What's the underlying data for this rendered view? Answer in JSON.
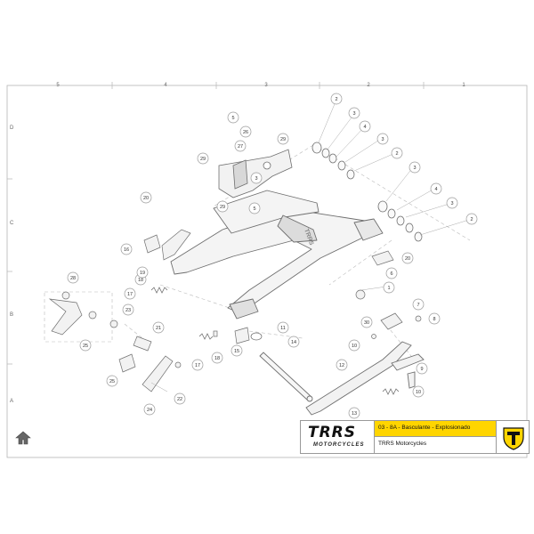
{
  "sheet": {
    "col_labels": [
      "5",
      "4",
      "3",
      "2",
      "1"
    ],
    "row_labels": [
      "D",
      "C",
      "B",
      "A"
    ]
  },
  "callouts": [
    {
      "id": "c1",
      "label": "1"
    },
    {
      "id": "c2a",
      "label": "2"
    },
    {
      "id": "c2b",
      "label": "2"
    },
    {
      "id": "c2c",
      "label": "2"
    },
    {
      "id": "c3a",
      "label": "3"
    },
    {
      "id": "c3b",
      "label": "3"
    },
    {
      "id": "c3c",
      "label": "3"
    },
    {
      "id": "c3d",
      "label": "3"
    },
    {
      "id": "c3e",
      "label": "3"
    },
    {
      "id": "c4a",
      "label": "4"
    },
    {
      "id": "c4b",
      "label": "4"
    },
    {
      "id": "c5a",
      "label": "5"
    },
    {
      "id": "c5b",
      "label": "5"
    },
    {
      "id": "c6",
      "label": "6"
    },
    {
      "id": "c7",
      "label": "7"
    },
    {
      "id": "c8",
      "label": "8"
    },
    {
      "id": "c9",
      "label": "9"
    },
    {
      "id": "c10a",
      "label": "10"
    },
    {
      "id": "c10b",
      "label": "10"
    },
    {
      "id": "c11",
      "label": "11"
    },
    {
      "id": "c12",
      "label": "12"
    },
    {
      "id": "c13",
      "label": "13"
    },
    {
      "id": "c14",
      "label": "14"
    },
    {
      "id": "c15",
      "label": "15"
    },
    {
      "id": "c16",
      "label": "16"
    },
    {
      "id": "c17a",
      "label": "17"
    },
    {
      "id": "c17b",
      "label": "17"
    },
    {
      "id": "c18a",
      "label": "18"
    },
    {
      "id": "c18b",
      "label": "18"
    },
    {
      "id": "c19",
      "label": "19"
    },
    {
      "id": "c20a",
      "label": "20"
    },
    {
      "id": "c20b",
      "label": "20"
    },
    {
      "id": "c21",
      "label": "21"
    },
    {
      "id": "c22",
      "label": "22"
    },
    {
      "id": "c23",
      "label": "23"
    },
    {
      "id": "c24",
      "label": "24"
    },
    {
      "id": "c25a",
      "label": "25"
    },
    {
      "id": "c25b",
      "label": "25"
    },
    {
      "id": "c26",
      "label": "26"
    },
    {
      "id": "c27",
      "label": "27"
    },
    {
      "id": "c28",
      "label": "28"
    },
    {
      "id": "c29a",
      "label": "29"
    },
    {
      "id": "c29b",
      "label": "29"
    },
    {
      "id": "c29c",
      "label": "29"
    },
    {
      "id": "c30",
      "label": "30"
    }
  ],
  "title_block": {
    "logo_text": "TRRS",
    "logo_sub": "MOTORCYCLES",
    "title": "03 - 8A - Basculante - Explosionado",
    "company": "TRRS Motorcycles"
  },
  "colors": {
    "accent": "#ffd500",
    "line": "#7a7a7a",
    "frame": "#b5b5b5"
  },
  "icons": {
    "home": "home-icon",
    "badge": "trrs-shield-icon"
  }
}
